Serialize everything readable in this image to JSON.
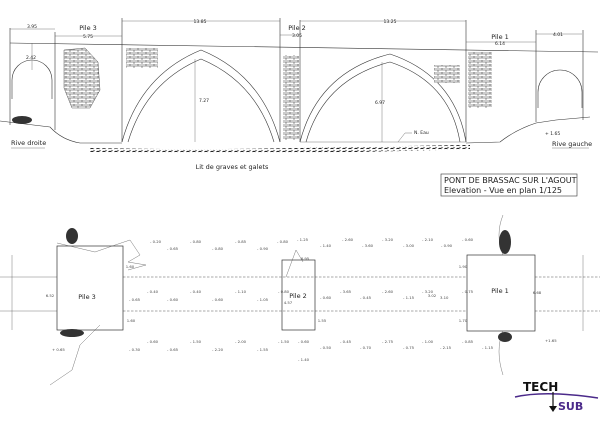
{
  "drawing": {
    "title_line1": "PONT DE BRASSAC SUR L'AGOUT",
    "title_line2": "Elevation  -  Vue en plan   1/125"
  },
  "elevation": {
    "piers": [
      "Pile 3",
      "Pile 2",
      "Pile 1"
    ],
    "dimensions": {
      "left_abutment_width": "3.95",
      "pile3_width": "5.75",
      "arch1_span": "13.85",
      "pile2_width": "3.05",
      "arch2_span": "13.25",
      "pile1_width": "6.14",
      "right_abutment_width": "4.01",
      "left_opening_height": "2.42",
      "arch1_height": "7.27",
      "arch2_height": "6.97",
      "right_bank_level": "+ 1.65"
    },
    "water_level_label": "N. Eau",
    "left_bank": "Rive droite",
    "right_bank": "Rive gauche",
    "riverbed_label": "Lit de graves et galets"
  },
  "plan": {
    "piers": [
      "Pile 3",
      "Pile 2",
      "Pile 1"
    ],
    "dimensions": {
      "pile3_length": "6.52",
      "pile3_top_offset": "1.60",
      "pile3_bottom_offset": "1.60",
      "pile2_length": "4.57",
      "pile2_nose": "6.95",
      "pile2_bottom_offset": "1.55",
      "channel_width": "3.02",
      "pile1_top_offset": "1.90",
      "pile1_bottom_offset": "1.70",
      "pile1_length": "6.68"
    },
    "soundings_top": [
      "- 0.20",
      "- 0.65",
      "- 0.80",
      "- 0.80",
      "- 0.85",
      "- 0.90",
      "- 0.80",
      "- 1.25",
      "- 1.40",
      "- 2.60",
      "- 3.60",
      "- 3.20",
      "- 3.00",
      "- 2.10",
      "- 0.90",
      "- 0.60"
    ],
    "soundings_mid": [
      "- 0.65",
      "- 0.40",
      "- 0.60",
      "- 0.40",
      "- 0.60",
      "- 1.10",
      "- 1.05",
      "- 0.80",
      "- 0.60",
      "- 3.65",
      "- 0.45",
      "- 2.60",
      "- 1.15",
      "- 3.20",
      "3.10",
      "- 0.75"
    ],
    "soundings_bot": [
      "+ 0.65",
      "- 0.30",
      "- 0.60",
      "- 0.65",
      "- 1.50",
      "- 2.20",
      "- 2.00",
      "- 1.55",
      "- 1.50",
      "- 0.60",
      "- 1.40",
      "- 0.50",
      "- 0.45",
      "- 0.70",
      "- 2.75",
      "- 0.75",
      "- 1.00",
      "- 2.15",
      "- 0.85",
      "- 1.15",
      "+1.65"
    ]
  },
  "logo": {
    "line1": "TECH",
    "line2": "SUB",
    "color1": "#111111",
    "color2": "#4b2a8a"
  }
}
